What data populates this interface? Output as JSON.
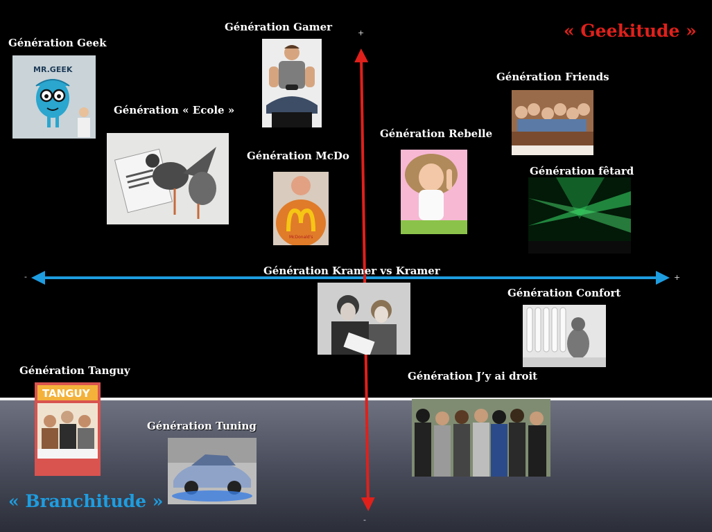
{
  "titles": {
    "top_right": "« Geekitude »",
    "bottom_left": "« Branchitude »"
  },
  "axis": {
    "vertical_plus": "+",
    "vertical_minus": "-",
    "horizontal_minus": "-",
    "horizontal_plus": "+"
  },
  "generations": {
    "geek": "Génération Geek",
    "gamer": "Génération Gamer",
    "ecole": "Génération « Ecole »",
    "mcdo": "Génération McDo",
    "rebelle": "Génération Rebelle",
    "friends": "Génération Friends",
    "fetard": "Génération fêtard",
    "kramer": "Génération Kramer vs Kramer",
    "confort": "Génération Confort",
    "tanguy": "Génération Tanguy",
    "tuning": "Génération Tuning",
    "jyaidroit": "Génération J’y ai droit"
  },
  "image_text": {
    "mrgeek": "MR.GEEK",
    "tanguy_poster": "TANGUY",
    "mcdo_shirt": "McDonald's"
  },
  "colors": {
    "geekitude": "#e0201b",
    "branchitude": "#1e9de0",
    "vertical_arrow": "#e0201b",
    "horizontal_arrow": "#1e9de0"
  }
}
